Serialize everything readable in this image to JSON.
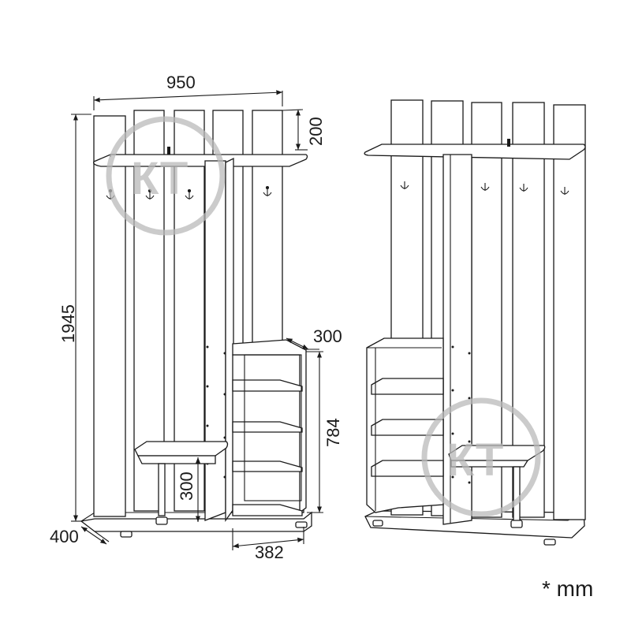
{
  "dimensions": {
    "width": "950",
    "top_panel_height": "200",
    "total_height": "1945",
    "shelf_depth": "300",
    "shelf_unit_height": "784",
    "seat_height": "300",
    "depth": "400",
    "shelf_unit_width": "382"
  },
  "unit_note": "* mm",
  "watermark": {
    "text": "КТ",
    "color": "#b9b9b9"
  },
  "line_color": "#1a1a1a"
}
